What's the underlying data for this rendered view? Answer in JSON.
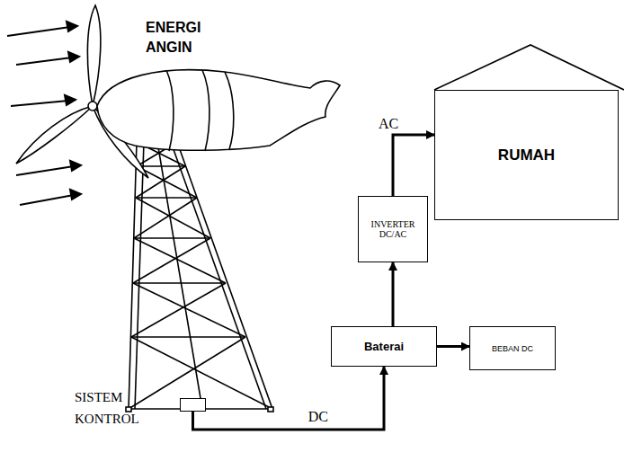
{
  "diagram": {
    "nodes": [
      {
        "text": [
          "RUMAH"
        ]
      },
      {
        "text": [
          "INVERTER DC/AC"
        ]
      },
      {
        "text": [
          "Baterai"
        ]
      },
      {
        "text": [
          "BEBAN DC"
        ]
      },
      {
        "text": [
          "SISTEM KONTROL"
        ]
      }
    ],
    "edges": [
      {
        "from": 4,
        "to": 2,
        "label": "DC",
        "arrow": "to"
      },
      {
        "from": 2,
        "to": 1,
        "arrow": "to"
      },
      {
        "from": 1,
        "to": 0,
        "label": "AC",
        "arrow": "to"
      },
      {
        "from": 2,
        "to": 3,
        "arrow": "to"
      }
    ],
    "labels": [
      "ENERGI ANGIN"
    ]
  }
}
